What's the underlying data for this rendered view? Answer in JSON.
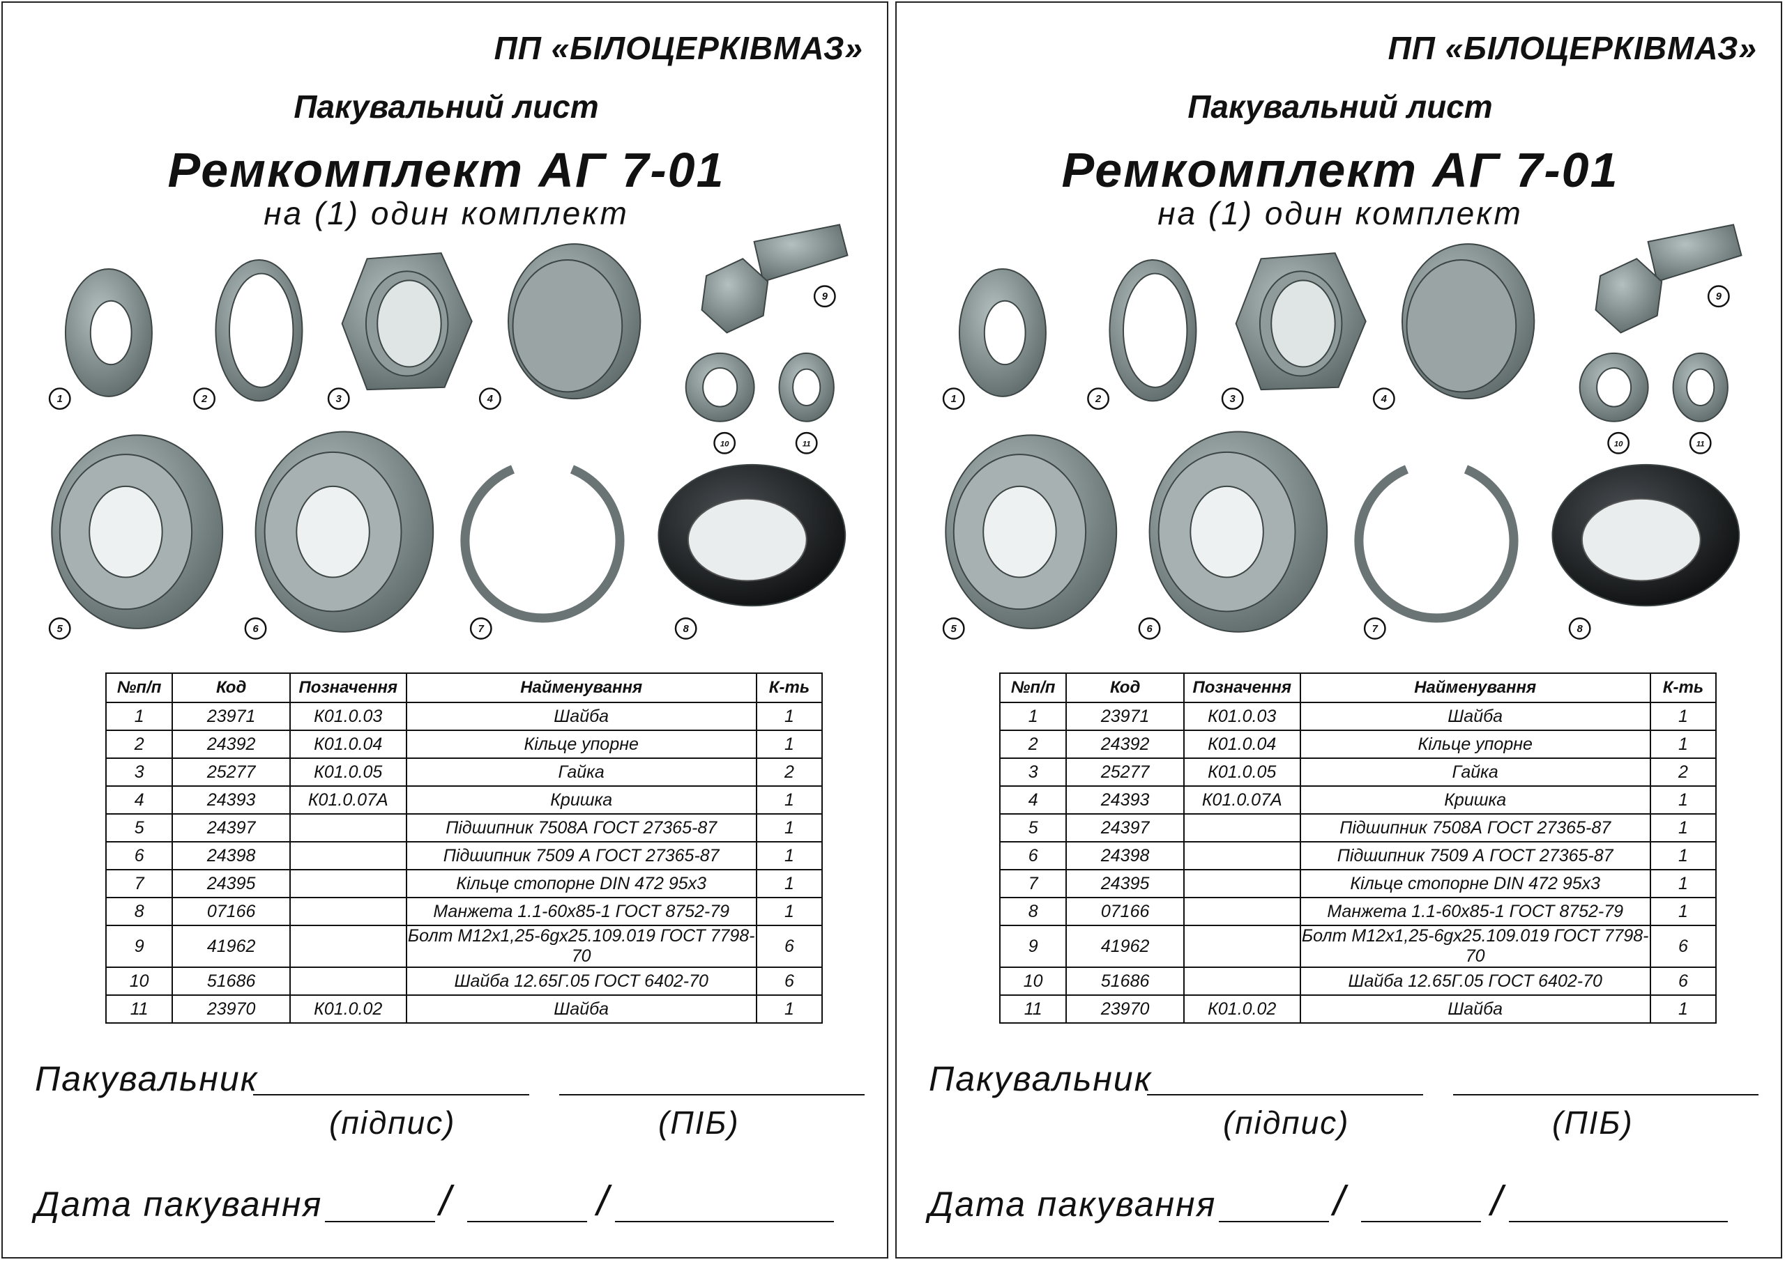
{
  "sheet": {
    "company": "ПП «БІЛОЦЕРКІВМАЗ»",
    "doc_type": "Пакувальний лист",
    "title": "Ремкомплект АГ 7-01",
    "subtitle": "на (1) один комплект",
    "parts": [
      {
        "label": "1",
        "icon": "washer-icon"
      },
      {
        "label": "2",
        "icon": "thrust-ring-icon"
      },
      {
        "label": "3",
        "icon": "hex-nut-icon"
      },
      {
        "label": "4",
        "icon": "cap-icon"
      },
      {
        "label": "5",
        "icon": "bearing-icon"
      },
      {
        "label": "6",
        "icon": "bearing-icon"
      },
      {
        "label": "7",
        "icon": "retaining-ring-icon"
      },
      {
        "label": "8",
        "icon": "oil-seal-icon"
      },
      {
        "label": "9",
        "icon": "bolt-icon"
      },
      {
        "label": "10",
        "icon": "slotted-nut-icon"
      },
      {
        "label": "11",
        "icon": "small-washer-icon"
      }
    ],
    "table": {
      "headers": [
        "№п/п",
        "Код",
        "Позначення",
        "Найменування",
        "К-ть"
      ],
      "rows": [
        [
          "1",
          "23971",
          "К01.0.03",
          "Шайба",
          "1"
        ],
        [
          "2",
          "24392",
          "К01.0.04",
          "Кільце упорне",
          "1"
        ],
        [
          "3",
          "25277",
          "К01.0.05",
          "Гайка",
          "2"
        ],
        [
          "4",
          "24393",
          "К01.0.07А",
          "Кришка",
          "1"
        ],
        [
          "5",
          "24397",
          "",
          "Підшипник 7508А ГОСТ 27365-87",
          "1"
        ],
        [
          "6",
          "24398",
          "",
          "Підшипник 7509 А ГОСТ 27365-87",
          "1"
        ],
        [
          "7",
          "24395",
          "",
          "Кільце стопорне DIN 472 95x3",
          "1"
        ],
        [
          "8",
          "07166",
          "",
          "Манжета 1.1-60x85-1 ГОСТ 8752-79",
          "1"
        ],
        [
          "9",
          "41962",
          "",
          "Болт М12х1,25-6gх25.109.019 ГОСТ 7798-70",
          "6"
        ],
        [
          "10",
          "51686",
          "",
          "Шайба 12.65Г.05 ГОСТ 6402-70",
          "6"
        ],
        [
          "11",
          "23970",
          "К01.0.02",
          "Шайба",
          "1"
        ]
      ]
    },
    "packer_label": "Пакувальник",
    "signature_hint": "(підпис)",
    "name_hint": "(ПІБ)",
    "date_label": "Дата пакування",
    "date_separator": "/"
  }
}
